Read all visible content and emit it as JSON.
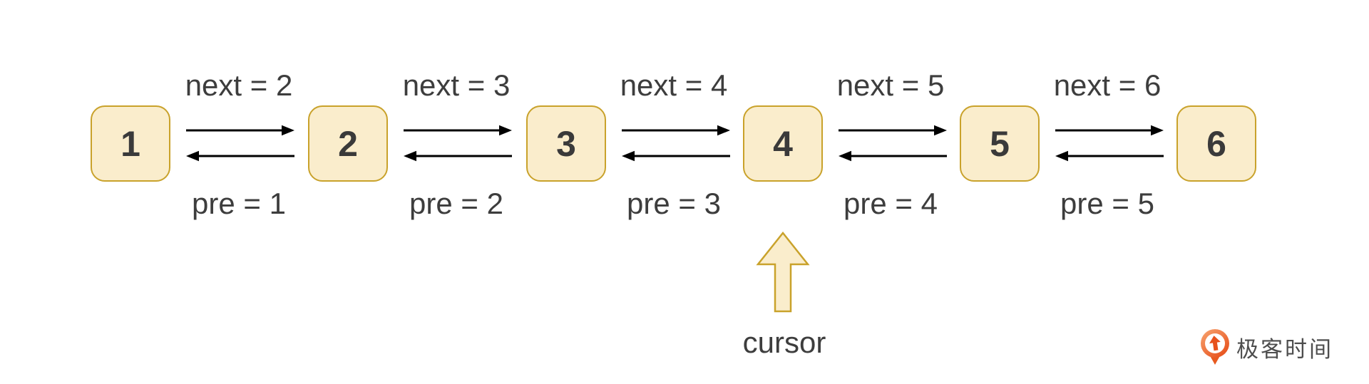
{
  "diagram": {
    "type": "doubly-linked-list",
    "nodes": [
      {
        "value": "1"
      },
      {
        "value": "2"
      },
      {
        "value": "3"
      },
      {
        "value": "4"
      },
      {
        "value": "5"
      },
      {
        "value": "6"
      }
    ],
    "links": [
      {
        "next_label": "next = 2",
        "pre_label": "pre = 1"
      },
      {
        "next_label": "next = 3",
        "pre_label": "pre = 2"
      },
      {
        "next_label": "next = 4",
        "pre_label": "pre = 3"
      },
      {
        "next_label": "next = 5",
        "pre_label": "pre = 4"
      },
      {
        "next_label": "next = 6",
        "pre_label": "pre = 5"
      }
    ],
    "cursor": {
      "label": "cursor",
      "points_to_node": "4"
    },
    "colors": {
      "node_fill": "#FAEDCC",
      "node_border": "#C9A22B",
      "arrow": "#000000",
      "label_text": "#3D3D3D",
      "cursor_fill": "#FAEDCC",
      "cursor_border": "#C9A22B"
    }
  },
  "branding": {
    "logo_text": "极客时间",
    "logo_orange": "#E7511C",
    "logo_text_color": "#4D4D4D"
  }
}
